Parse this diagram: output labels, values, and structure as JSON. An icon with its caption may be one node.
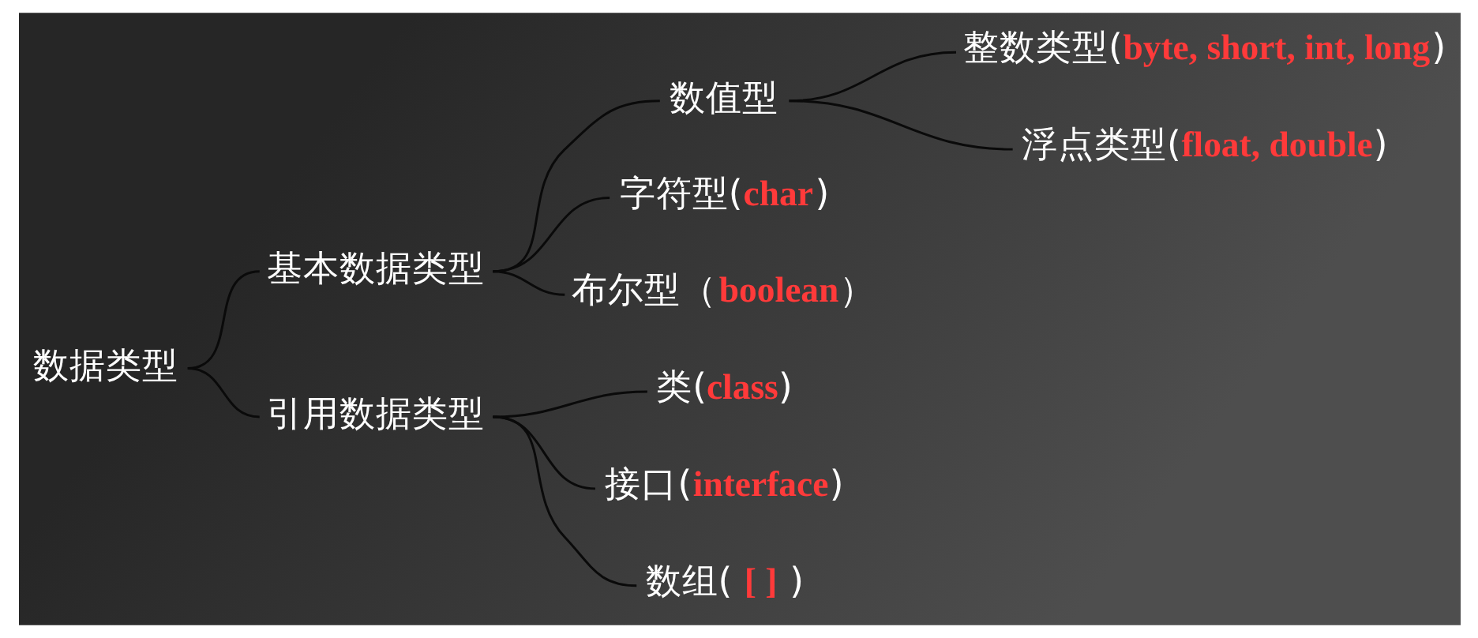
{
  "diagram": {
    "nodes": [
      {
        "text": [
          "数据类型"
        ]
      },
      {
        "text": [
          "基本数据类型"
        ]
      },
      {
        "text": [
          "数值型"
        ]
      },
      {
        "text": [
          "整数类型(**byte, short, int, long**)"
        ]
      },
      {
        "text": [
          "浮点类型(**float, double**)"
        ]
      },
      {
        "text": [
          "字符型(**char**)"
        ]
      },
      {
        "text": [
          "布尔型（**boolean**）"
        ]
      },
      {
        "text": [
          "引用数据类型"
        ]
      },
      {
        "text": [
          "类(**class**)"
        ]
      },
      {
        "text": [
          "接口(**interface**)"
        ]
      },
      {
        "text": [
          "数组( **[ ]** )"
        ]
      }
    ],
    "edges": [
      {
        "from": 0,
        "to": 1,
        "arrow": "none"
      },
      {
        "from": 0,
        "to": 7,
        "arrow": "none"
      },
      {
        "from": 1,
        "to": 2,
        "arrow": "none"
      },
      {
        "from": 1,
        "to": 5,
        "arrow": "none"
      },
      {
        "from": 1,
        "to": 6,
        "arrow": "none"
      },
      {
        "from": 2,
        "to": 3,
        "arrow": "none"
      },
      {
        "from": 2,
        "to": 4,
        "arrow": "none"
      },
      {
        "from": 7,
        "to": 8,
        "arrow": "none"
      },
      {
        "from": 7,
        "to": 9,
        "arrow": "none"
      },
      {
        "from": 7,
        "to": 10,
        "arrow": "none"
      }
    ]
  }
}
